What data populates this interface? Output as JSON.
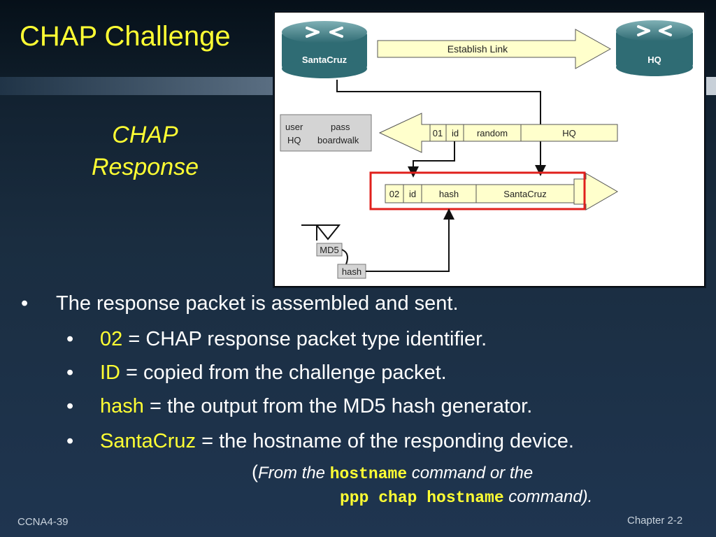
{
  "slide": {
    "title": "CHAP Challenge",
    "subtitle_line1": "CHAP",
    "subtitle_line2": "Response"
  },
  "diagram": {
    "router_left": "SantaCruz",
    "router_right": "HQ",
    "establish_link": "Establish Link",
    "table_user_header": "user",
    "table_pass_header": "pass",
    "table_user_value": "HQ",
    "table_pass_value": "boardwalk",
    "challenge_fields": [
      "01",
      "id",
      "random",
      "HQ"
    ],
    "response_fields": [
      "02",
      "id",
      "hash",
      "SantaCruz"
    ],
    "md5_label": "MD5",
    "hash_label": "hash",
    "highlight_color": "#e0201c",
    "arrow_fill": "#ffffcc"
  },
  "bullets": {
    "main": "The response packet is assembled and sent.",
    "items": [
      {
        "key": "02",
        "rest": " = CHAP response packet type identifier."
      },
      {
        "key": "ID",
        "rest": " = copied from the challenge packet."
      },
      {
        "key": "hash",
        "rest": " = the output from the MD5 hash generator."
      },
      {
        "key": "SantaCruz",
        "rest": " = the hostname of the responding device."
      }
    ],
    "note_open_paren": "(",
    "note_part1": "From the ",
    "note_cmd1": "hostname",
    "note_part2": " command or the",
    "note_cmd2": "ppp chap hostname",
    "note_part3": " command)."
  },
  "footer": {
    "left": "CCNA4-39",
    "right": "Chapter 2-2"
  }
}
